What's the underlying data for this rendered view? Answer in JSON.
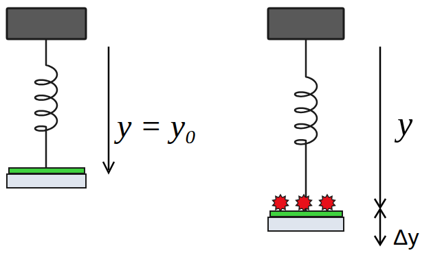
{
  "diagram": {
    "labels": [
      "y = y₀",
      "y",
      "Δy"
    ]
  }
}
